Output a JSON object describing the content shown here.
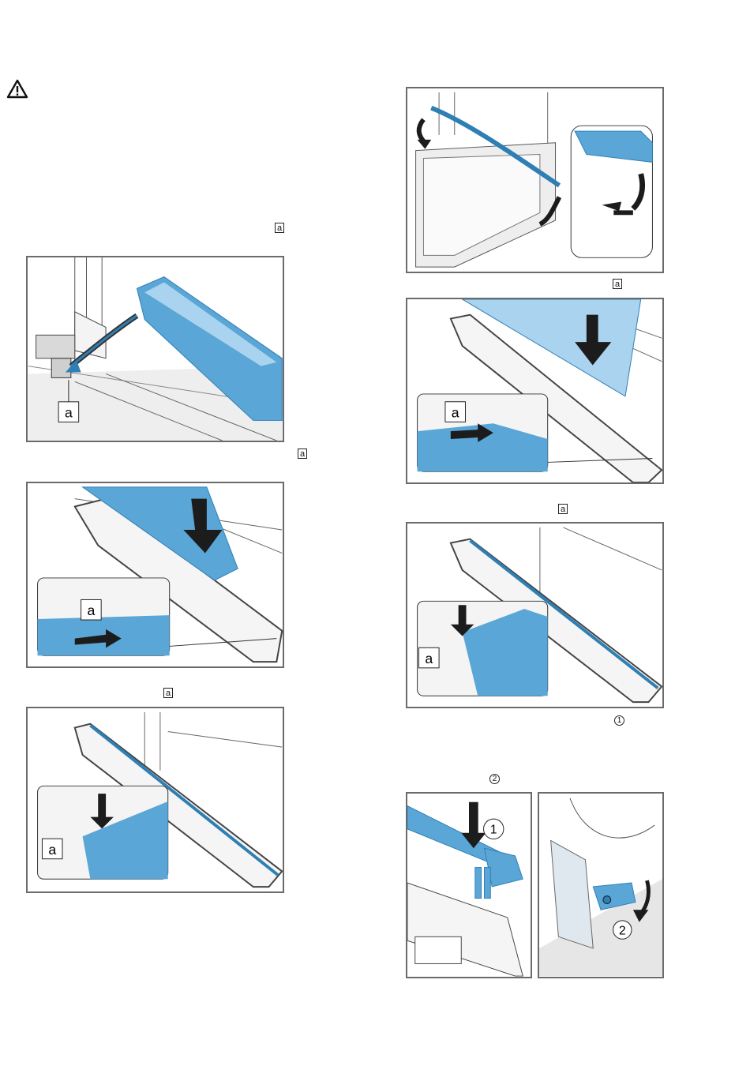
{
  "page": {
    "warning_icon": "warning-triangle-icon"
  },
  "markers": {
    "step1": "a",
    "step2": "a",
    "step3": "a",
    "step4": "a",
    "step5": "a",
    "step6": "a",
    "circle1": "1",
    "circle2": "2"
  },
  "figures": {
    "fig_left_1": {
      "callout": "a"
    },
    "fig_left_2": {
      "callout": "a"
    },
    "fig_left_3": {
      "callout": "a"
    },
    "fig_right_2": {
      "callout": "a"
    },
    "fig_right_3": {
      "callout": "a"
    },
    "fig_right_4a": {
      "callout": "1"
    },
    "fig_right_4b": {
      "callout": "2"
    }
  },
  "colors": {
    "blue_part": "#5aa6d6",
    "blue_light": "#a9d3ee",
    "blue_dark": "#2f7fb4",
    "frame_border": "#6b6b6b",
    "line": "#444444",
    "shade": "#e6e6e6"
  }
}
